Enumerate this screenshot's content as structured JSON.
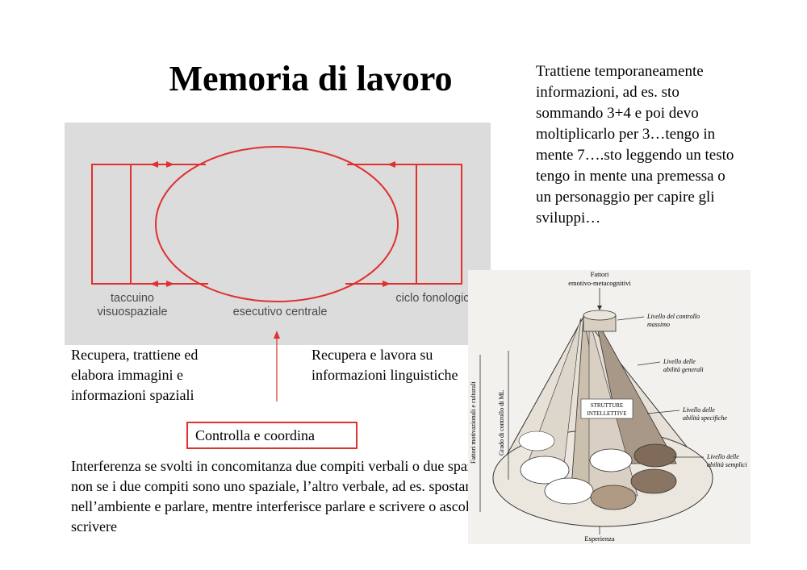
{
  "title": "Memoria di lavoro",
  "side_note": "Trattiene temporaneamente informazioni, ad es. sto sommando 3+4 e poi devo moltiplicarlo per 3…tengo in mente 7….sto leggendo un testo tengo in mente una premessa o un personaggio per capire gli sviluppi…",
  "wm_diagram": {
    "label_left": "taccuino visuospaziale",
    "label_center": "esecutivo centrale",
    "label_right": "ciclo fonologico",
    "color": "#e03030",
    "panel_color": "#dcdcdc"
  },
  "notes": {
    "left": "Recupera, trattiene ed elabora immagini e informazioni spaziali",
    "right": "Recupera e lavora su informazioni linguistiche",
    "control": "Controlla e coordina",
    "interference": "Interferenza  se svolti in concomitanza due compiti verbali o due spaziali, ma non se i due compiti sono uno spaziale, l’altro verbale, ad es. spostarsi nell’ambiente e parlare, mentre interferisce parlare e scrivere o ascoltare e scrivere"
  },
  "cone": {
    "top_label_1": "Fattori",
    "top_label_2": "emotivo-metacognitivi",
    "bottom_label": "Esperienza",
    "left_axis": "Fattori motivazionali e culturali",
    "mid_axis": "Grado di controllo di ML",
    "center_label_1": "STRUTTURE",
    "center_label_2": "INTELLETTIVE",
    "levels": [
      "Livello del controllo",
      "massimo",
      "Livello delle",
      "abilità generali",
      "Livello delle",
      "abilità specifiche",
      "Livello delle",
      "abilità semplici"
    ]
  }
}
